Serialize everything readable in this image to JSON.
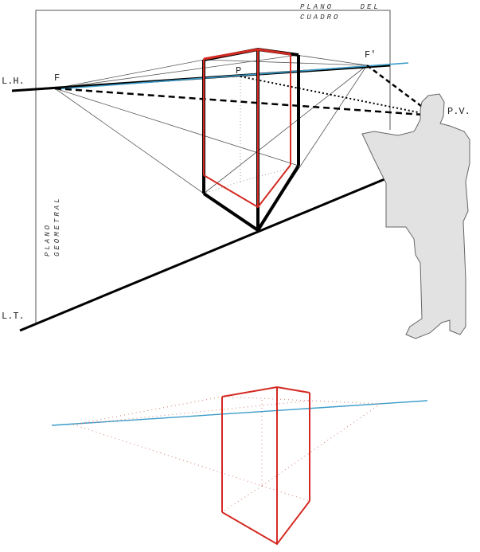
{
  "labels": {
    "lh": "L.H.",
    "lt": "L.T.",
    "f": "F",
    "f_prime": "F'",
    "p": "P",
    "pv": "P.V.",
    "plano_del": "PLANO    DEL",
    "cuadro": "CUADRO",
    "plano": "PLANO",
    "geometral": "GEOMETRAL"
  },
  "colors": {
    "horizon": "#3a9bc8",
    "red_prism": "#d42a22",
    "black": "#000000",
    "figure": "#e2e2e2"
  }
}
